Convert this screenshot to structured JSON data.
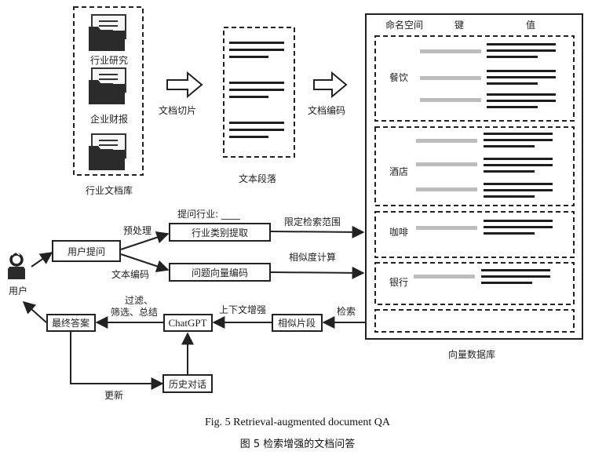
{
  "docs": {
    "items": [
      "行业研究",
      "企业财报",
      ""
    ],
    "container_label": "行业文档库"
  },
  "steps": {
    "chunking": "文档切片",
    "encoding": "文档编码",
    "chunks_label": "文本段落"
  },
  "vector_db": {
    "headers": {
      "namespace": "命名空间",
      "key": "键",
      "value": "值"
    },
    "namespaces": [
      "餐饮",
      "酒店",
      "咖啡",
      "银行"
    ],
    "label": "向量数据库"
  },
  "flow": {
    "user": "用户",
    "user_question": "用户提问",
    "preprocess": "预处理",
    "question_industry": "提问行业: ____",
    "industry_extract": "行业类别提取",
    "restrict_scope": "限定检索范围",
    "text_encoding": "文本编码",
    "question_vector": "问题向量编码",
    "similarity": "相似度计算",
    "retrieve": "检索",
    "similar_chunks": "相似片段",
    "context_enhance": "上下文增强",
    "llm": "ChatGPT",
    "filter_1": "过滤、",
    "filter_2": "筛选、总结",
    "final_answer": "最终答案",
    "history": "历史对话",
    "update": "更新"
  },
  "caption": {
    "en": "Fig. 5    Retrieval-augmented document QA",
    "zh": "图 5    检索增强的文档问答"
  },
  "colors": {
    "line": "#222222",
    "bar_dark": "#1e1e1e",
    "bar_gray": "#bdbdbd",
    "folder": "#2b2b2b"
  }
}
